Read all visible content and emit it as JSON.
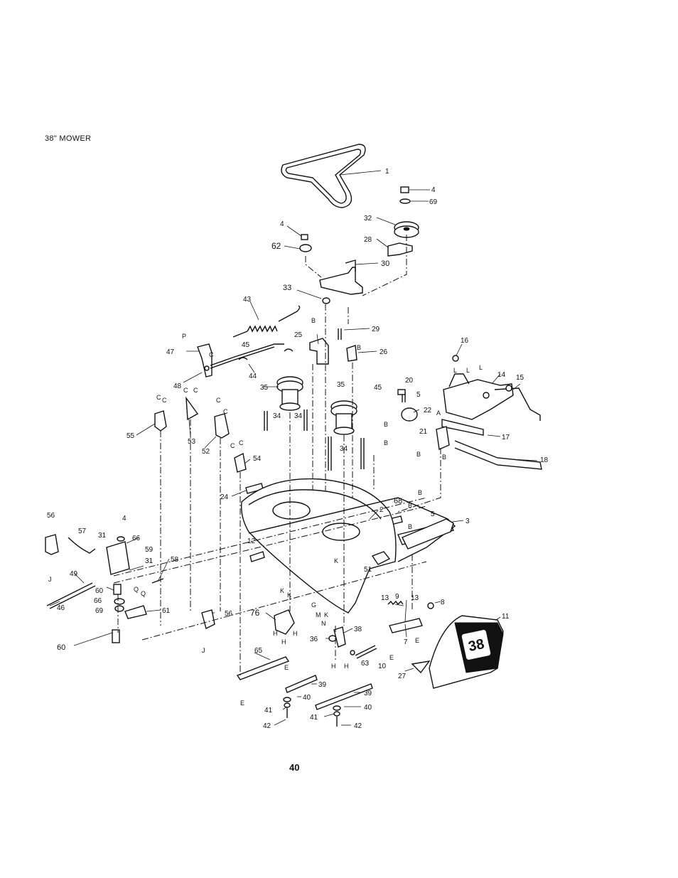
{
  "page": {
    "title": "38\" MOWER",
    "number": "40"
  },
  "callouts": [
    {
      "id": "c1",
      "text": "1"
    },
    {
      "id": "c4a",
      "text": "4"
    },
    {
      "id": "c69a",
      "text": "69"
    },
    {
      "id": "c32",
      "text": "32"
    },
    {
      "id": "c28",
      "text": "28"
    },
    {
      "id": "c4b",
      "text": "4"
    },
    {
      "id": "c62",
      "text": "62"
    },
    {
      "id": "c30",
      "text": "30"
    },
    {
      "id": "c33",
      "text": "33"
    },
    {
      "id": "c43",
      "text": "43"
    },
    {
      "id": "c29",
      "text": "29"
    },
    {
      "id": "c25",
      "text": "25"
    },
    {
      "id": "c26",
      "text": "26"
    },
    {
      "id": "c45a",
      "text": "45"
    },
    {
      "id": "c47",
      "text": "47"
    },
    {
      "id": "c44",
      "text": "44"
    },
    {
      "id": "c48",
      "text": "48"
    },
    {
      "id": "c35a",
      "text": "35"
    },
    {
      "id": "c35b",
      "text": "35"
    },
    {
      "id": "c16",
      "text": "16"
    },
    {
      "id": "c14",
      "text": "14"
    },
    {
      "id": "c15",
      "text": "15"
    },
    {
      "id": "c20",
      "text": "20"
    },
    {
      "id": "c45b",
      "text": "45"
    },
    {
      "id": "c5a",
      "text": "5"
    },
    {
      "id": "c22",
      "text": "22"
    },
    {
      "id": "c17",
      "text": "17"
    },
    {
      "id": "c21",
      "text": "21"
    },
    {
      "id": "c18",
      "text": "18"
    },
    {
      "id": "c55",
      "text": "55"
    },
    {
      "id": "c53",
      "text": "53"
    },
    {
      "id": "c52",
      "text": "52"
    },
    {
      "id": "c34a",
      "text": "34"
    },
    {
      "id": "c34b",
      "text": "34"
    },
    {
      "id": "c34c",
      "text": "34"
    },
    {
      "id": "c54",
      "text": "54"
    },
    {
      "id": "c24",
      "text": "24"
    },
    {
      "id": "c2",
      "text": "2"
    },
    {
      "id": "c68",
      "text": "68"
    },
    {
      "id": "c5b",
      "text": "5"
    },
    {
      "id": "c3",
      "text": "3"
    },
    {
      "id": "c56a",
      "text": "56"
    },
    {
      "id": "c57",
      "text": "57"
    },
    {
      "id": "c31a",
      "text": "31"
    },
    {
      "id": "c4c",
      "text": "4"
    },
    {
      "id": "c66a",
      "text": "66"
    },
    {
      "id": "c59",
      "text": "59"
    },
    {
      "id": "c31b",
      "text": "31"
    },
    {
      "id": "c12",
      "text": "12"
    },
    {
      "id": "c51",
      "text": "51"
    },
    {
      "id": "c49",
      "text": "49"
    },
    {
      "id": "c58",
      "text": "58"
    },
    {
      "id": "c60a",
      "text": "60"
    },
    {
      "id": "c66b",
      "text": "66"
    },
    {
      "id": "c69b",
      "text": "69"
    },
    {
      "id": "c46",
      "text": "46"
    },
    {
      "id": "c61",
      "text": "61"
    },
    {
      "id": "c13a",
      "text": "13"
    },
    {
      "id": "c9",
      "text": "9"
    },
    {
      "id": "c13b",
      "text": "13"
    },
    {
      "id": "c8",
      "text": "8"
    },
    {
      "id": "c11",
      "text": "11"
    },
    {
      "id": "c76",
      "text": "76"
    },
    {
      "id": "c56b",
      "text": "56"
    },
    {
      "id": "c60b",
      "text": "60"
    },
    {
      "id": "c38",
      "text": "38"
    },
    {
      "id": "c36",
      "text": "36"
    },
    {
      "id": "c7",
      "text": "7"
    },
    {
      "id": "c63",
      "text": "63"
    },
    {
      "id": "c10",
      "text": "10"
    },
    {
      "id": "c27",
      "text": "27"
    },
    {
      "id": "c65",
      "text": "65"
    },
    {
      "id": "c39a",
      "text": "39"
    },
    {
      "id": "c39b",
      "text": "39"
    },
    {
      "id": "c40a",
      "text": "40"
    },
    {
      "id": "c40b",
      "text": "40"
    },
    {
      "id": "c41a",
      "text": "41"
    },
    {
      "id": "c41b",
      "text": "41"
    },
    {
      "id": "c42a",
      "text": "42"
    },
    {
      "id": "c42b",
      "text": "42"
    }
  ],
  "refs": [
    {
      "id": "rB1",
      "text": "B"
    },
    {
      "id": "rB2",
      "text": "B"
    },
    {
      "id": "rP",
      "text": "P"
    },
    {
      "id": "rC1",
      "text": "C"
    },
    {
      "id": "rC2",
      "text": "C"
    },
    {
      "id": "rC3",
      "text": "C"
    },
    {
      "id": "rC4",
      "text": "C"
    },
    {
      "id": "rC5",
      "text": "C"
    },
    {
      "id": "rC6",
      "text": "C"
    },
    {
      "id": "rC7",
      "text": "C"
    },
    {
      "id": "rC8",
      "text": "C"
    },
    {
      "id": "rC9",
      "text": "C"
    },
    {
      "id": "rL1",
      "text": "L"
    },
    {
      "id": "rL2",
      "text": "L"
    },
    {
      "id": "rL3",
      "text": "L"
    },
    {
      "id": "rA",
      "text": "A"
    },
    {
      "id": "rB3",
      "text": "B"
    },
    {
      "id": "rB4",
      "text": "B"
    },
    {
      "id": "rB5",
      "text": "B"
    },
    {
      "id": "rB6",
      "text": "B"
    },
    {
      "id": "rB7",
      "text": "B"
    },
    {
      "id": "rB8",
      "text": "B"
    },
    {
      "id": "rB9",
      "text": "B"
    },
    {
      "id": "rJ1",
      "text": "J"
    },
    {
      "id": "rQ1",
      "text": "Q"
    },
    {
      "id": "rQ2",
      "text": "Q"
    },
    {
      "id": "rJ2",
      "text": "J"
    },
    {
      "id": "rK1",
      "text": "K"
    },
    {
      "id": "rK2",
      "text": "K"
    },
    {
      "id": "rK3",
      "text": "K"
    },
    {
      "id": "rG",
      "text": "G"
    },
    {
      "id": "rM",
      "text": "M"
    },
    {
      "id": "rK4",
      "text": "K"
    },
    {
      "id": "rN",
      "text": "N"
    },
    {
      "id": "rH1",
      "text": "H"
    },
    {
      "id": "rH2",
      "text": "H"
    },
    {
      "id": "rH3",
      "text": "H"
    },
    {
      "id": "rH4",
      "text": "H"
    },
    {
      "id": "rH5",
      "text": "H"
    },
    {
      "id": "rE1",
      "text": "E"
    },
    {
      "id": "rE2",
      "text": "E"
    },
    {
      "id": "rE3",
      "text": "E"
    },
    {
      "id": "rE4",
      "text": "E"
    }
  ],
  "hood_badge": "38"
}
